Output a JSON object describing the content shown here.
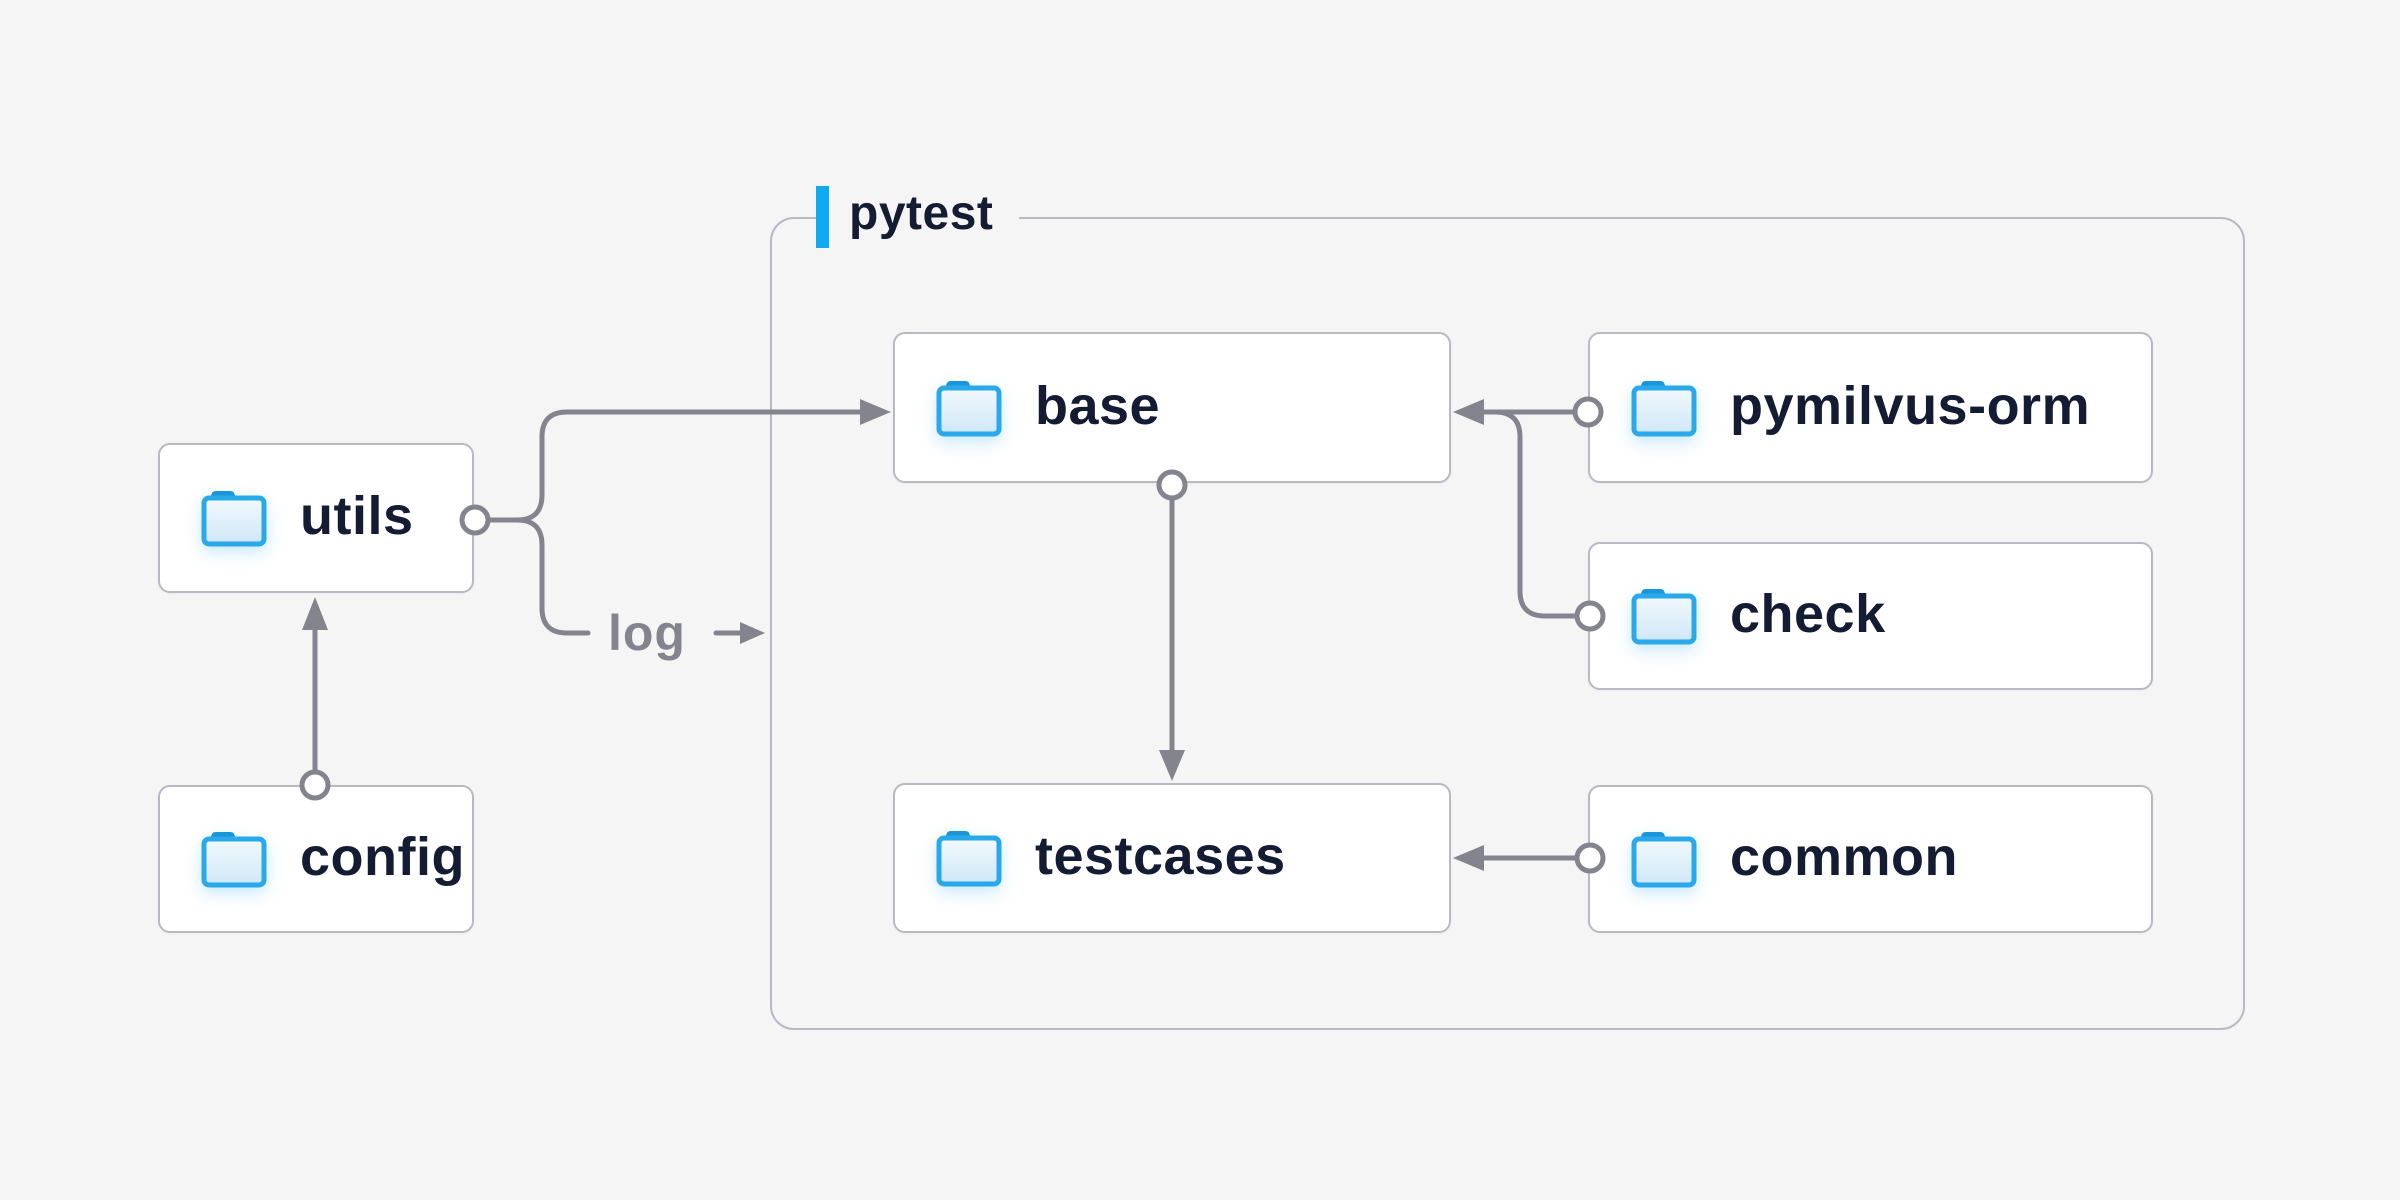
{
  "diagram": {
    "title_group": {
      "label": "pytest"
    },
    "nodes": {
      "utils": {
        "label": "utils"
      },
      "config": {
        "label": "config"
      },
      "base": {
        "label": "base"
      },
      "pymilvus": {
        "label": "pymilvus-orm"
      },
      "check": {
        "label": "check"
      },
      "testcases": {
        "label": "testcases"
      },
      "common": {
        "label": "common"
      }
    },
    "edges": [
      {
        "from": "config",
        "to": "utils"
      },
      {
        "from": "utils",
        "to": "base"
      },
      {
        "from": "utils",
        "to": "pytest-group",
        "label": "log"
      },
      {
        "from": "pymilvus-orm",
        "to": "base"
      },
      {
        "from": "check",
        "to": "base"
      },
      {
        "from": "base",
        "to": "testcases"
      },
      {
        "from": "common",
        "to": "testcases"
      }
    ],
    "edge_log_label": "log",
    "colors": {
      "background": "#f5f5f6",
      "node_border": "#b9b9c4",
      "node_text": "#141c33",
      "connector": "#84848e",
      "accent_blue": "#10aaf0",
      "folder_stroke": "#29a9ea",
      "folder_tab": "#1b95da"
    }
  }
}
